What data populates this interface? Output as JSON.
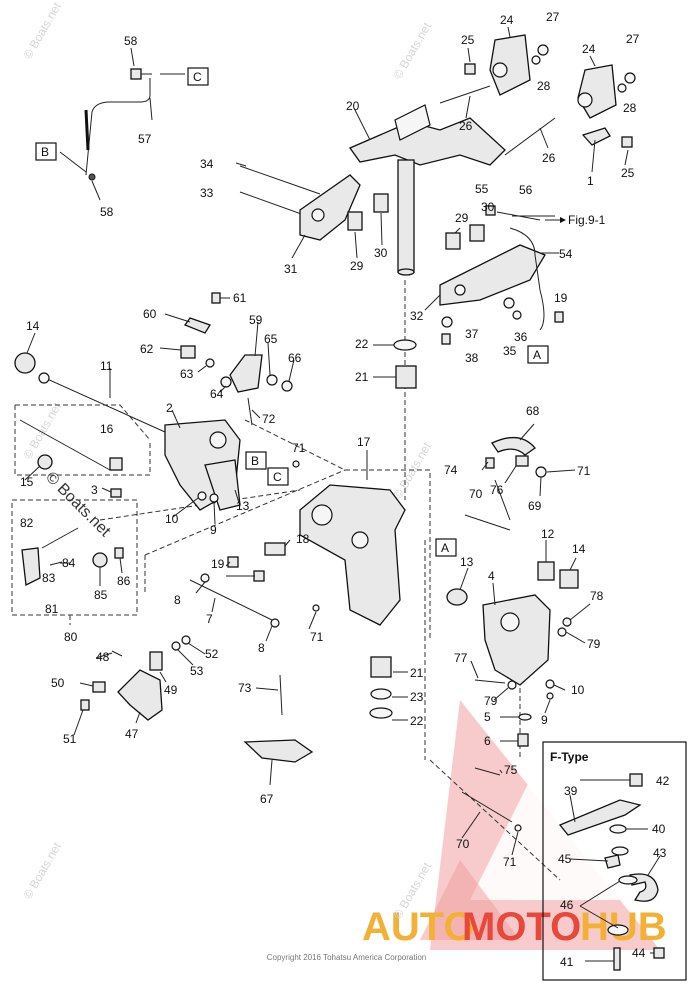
{
  "watermark": {
    "brand": "AUTOMOTOHUB",
    "brand_left": "AUTO",
    "brand_mid": "MOTO",
    "brand_right": "HUB",
    "site": "© Boats.net"
  },
  "copyright": "Copyright 2016 Tohatsu America Corporation",
  "colors": {
    "brand_orange": "#f2b134",
    "brand_red": "#e8473c",
    "line": "#222222",
    "part_fill": "#e9e9e9"
  },
  "references": {
    "fig": "Fig.9-1",
    "inset_title": "F-Type",
    "box_a": "A",
    "box_b": "B",
    "box_c": "C"
  },
  "callouts": [
    "1",
    "2",
    "3",
    "4",
    "5",
    "6",
    "7",
    "8",
    "8",
    "9",
    "9",
    "10",
    "10",
    "11",
    "12",
    "13",
    "13",
    "14",
    "14",
    "15",
    "16",
    "17",
    "18",
    "19",
    "19",
    "20",
    "21",
    "21",
    "22",
    "22",
    "23",
    "24",
    "24",
    "25",
    "25",
    "26",
    "26",
    "27",
    "27",
    "28",
    "28",
    "29",
    "29",
    "30",
    "30",
    "31",
    "32",
    "33",
    "34",
    "35",
    "36",
    "37",
    "38",
    "39",
    "40",
    "41",
    "42",
    "43",
    "44",
    "45",
    "46",
    "47",
    "48",
    "49",
    "50",
    "51",
    "52",
    "53",
    "54",
    "55",
    "56",
    "57",
    "58",
    "58",
    "59",
    "60",
    "61",
    "62",
    "63",
    "64",
    "65",
    "66",
    "67",
    "68",
    "69",
    "70",
    "70",
    "71",
    "71",
    "71",
    "71",
    "72",
    "73",
    "74",
    "75",
    "76",
    "77",
    "78",
    "79",
    "79",
    "80",
    "81",
    "82",
    "83",
    "84",
    "85",
    "86"
  ]
}
